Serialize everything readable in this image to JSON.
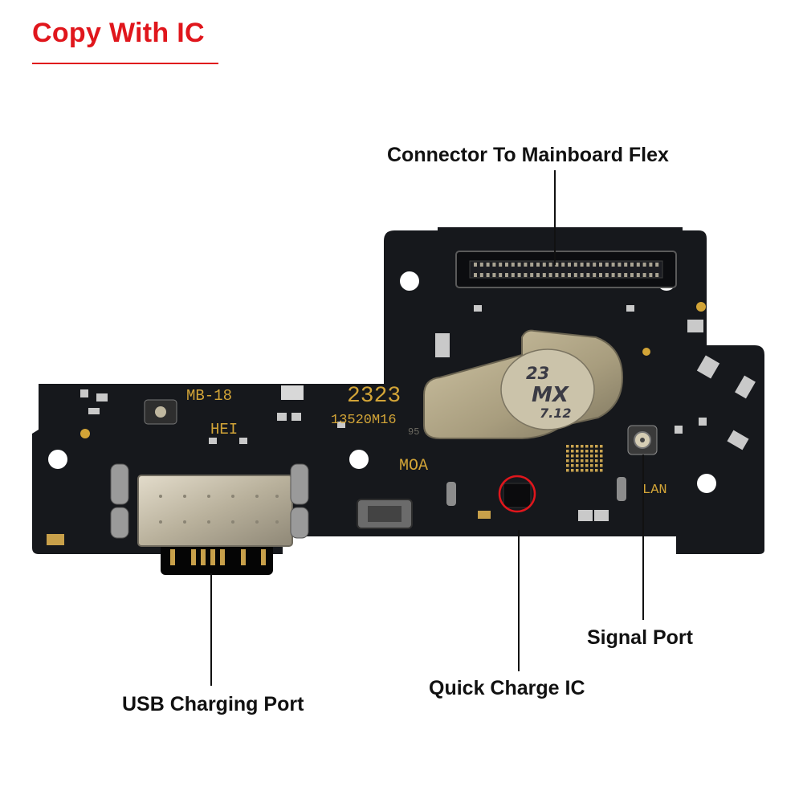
{
  "headline": {
    "text": "Copy With IC",
    "color": "#e0161c"
  },
  "board": {
    "colors": {
      "pcb": "#16181c",
      "gold": "#d2a437",
      "metal": "#c9c2ae"
    },
    "silkscreen": {
      "model": "MB-18",
      "hei": "HEI",
      "number": "2323",
      "code": "13520M16",
      "small_code": "95",
      "moa": "MOA",
      "lan": "LAN"
    },
    "shield_stamp": {
      "line1": "23",
      "line2": "MX",
      "line3": "7.12"
    }
  },
  "callouts": {
    "connector": "Connector To Mainboard Flex",
    "usb": "USB Charging Port",
    "quick_charge": "Quick Charge IC",
    "signal": "Signal Port"
  }
}
